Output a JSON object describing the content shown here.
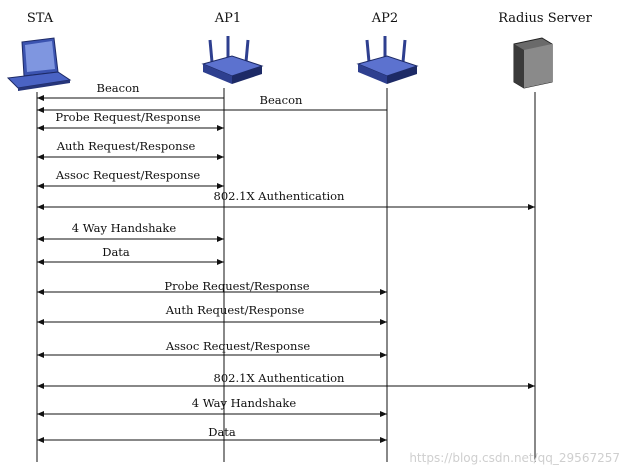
{
  "entities": [
    {
      "id": "sta",
      "label": "STA",
      "icon": "laptop-icon"
    },
    {
      "id": "ap1",
      "label": "AP1",
      "icon": "access-point-icon"
    },
    {
      "id": "ap2",
      "label": "AP2",
      "icon": "access-point-icon"
    },
    {
      "id": "radius",
      "label": "Radius Server",
      "icon": "server-tower-icon"
    }
  ],
  "messages": [
    {
      "text": "Beacon",
      "from": "ap1",
      "to": "sta",
      "dir": "left"
    },
    {
      "text": "Beacon",
      "from": "ap2",
      "to": "sta",
      "dir": "left"
    },
    {
      "text": "Probe Request/Response",
      "from": "sta",
      "to": "ap1",
      "dir": "both"
    },
    {
      "text": "Auth Request/Response",
      "from": "sta",
      "to": "ap1",
      "dir": "both"
    },
    {
      "text": "Assoc Request/Response",
      "from": "sta",
      "to": "ap1",
      "dir": "both"
    },
    {
      "text": "802.1X Authentication",
      "from": "sta",
      "to": "radius",
      "dir": "both"
    },
    {
      "text": "4 Way Handshake",
      "from": "sta",
      "to": "ap1",
      "dir": "both"
    },
    {
      "text": "Data",
      "from": "sta",
      "to": "ap1",
      "dir": "both"
    },
    {
      "text": "Probe Request/Response",
      "from": "sta",
      "to": "ap2",
      "dir": "both"
    },
    {
      "text": "Auth Request/Response",
      "from": "sta",
      "to": "ap2",
      "dir": "both"
    },
    {
      "text": "Assoc Request/Response",
      "from": "sta",
      "to": "ap2",
      "dir": "both"
    },
    {
      "text": "802.1X Authentication",
      "from": "sta",
      "to": "radius",
      "dir": "both"
    },
    {
      "text": "4 Way Handshake",
      "from": "sta",
      "to": "ap2",
      "dir": "both"
    },
    {
      "text": "Data",
      "from": "sta",
      "to": "ap2",
      "dir": "both"
    }
  ],
  "watermark": "https://blog.csdn.net/qq_29567257",
  "colors": {
    "line": "#111111",
    "ap_body": "#2e3f8f",
    "laptop": "#3b53b0",
    "server": "#4a4a4a"
  }
}
